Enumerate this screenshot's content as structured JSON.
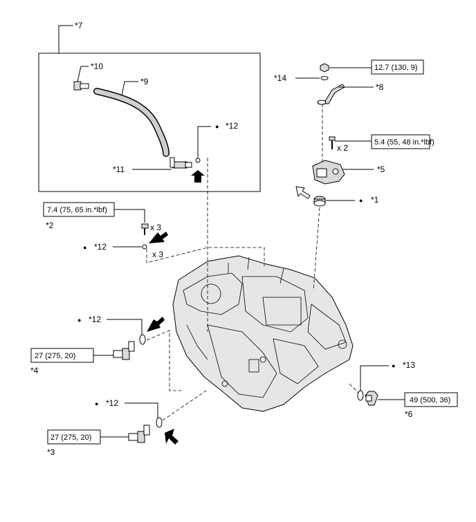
{
  "callouts": {
    "c1": "*1",
    "c2": "*2",
    "c3": "*3",
    "c4": "*4",
    "c5": "*5",
    "c6": "*6",
    "c7": "*7",
    "c8": "*8",
    "c9": "*9",
    "c10": "*10",
    "c11": "*11",
    "c12a": "*12",
    "c12b": "*12",
    "c12c": "*12",
    "c12d": "*12",
    "c13": "*13",
    "c14": "*14"
  },
  "torques": {
    "t8": "12.7 (130, 9)",
    "t5": "5.4 (55, 48 in.*lbf)",
    "t2": "7.4 (75, 65 in.*lbf)",
    "t4": "27 (275, 20)",
    "t3": "27 (275, 20)",
    "t6": "49 (500, 36)"
  },
  "quantities": {
    "q5": "x 2",
    "q2": "x 3",
    "q12": "x 3"
  },
  "bullet": "●"
}
